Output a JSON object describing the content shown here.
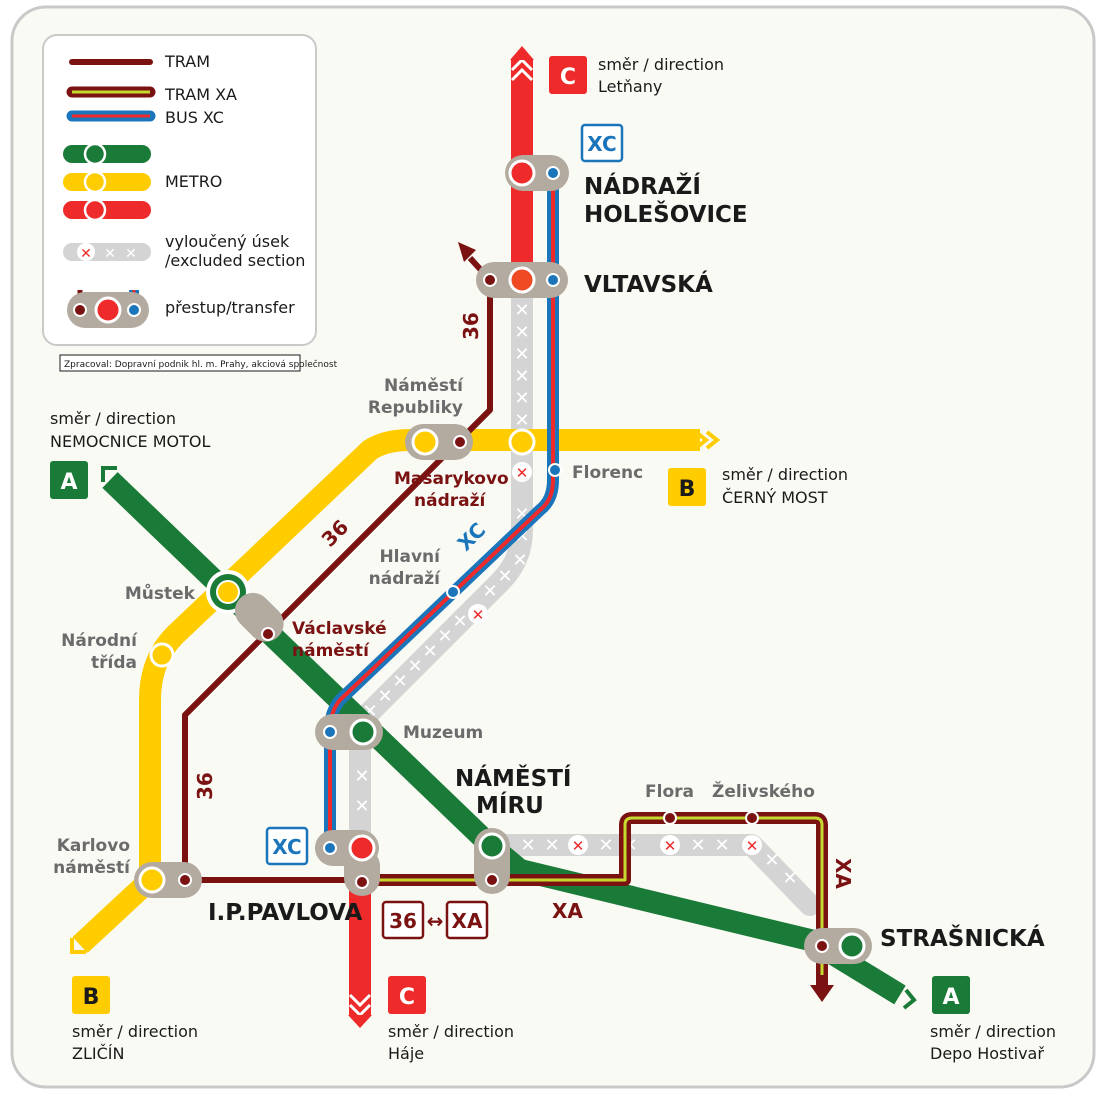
{
  "colors": {
    "tram": "#7a1212",
    "green": "#1a7a37",
    "yellow": "#ffcc00",
    "red": "#ee2a2a",
    "blue": "#1b75bb",
    "excluded": "#d4d4d4",
    "node": "#b3aaa0",
    "frame": "#fafaf5"
  },
  "legend": {
    "tram": "TRAM",
    "tram_xa": "TRAM XA",
    "bus_xc": "BUS XC",
    "metro": "METRO",
    "excluded_1": "vyloučený úsek",
    "excluded_2": "/excluded section",
    "transfer_1": "přestup",
    "transfer_2": "/transfer",
    "credit": "Zpracoval: Dopravní podnik hl. m. Prahy, akciová společnost"
  },
  "directions": {
    "c_north": {
      "badge": "C",
      "line1": "směr / direction",
      "line2": "Letňany"
    },
    "a_west": {
      "badge": "A",
      "line1": "směr / direction",
      "line2": "NEMOCNICE MOTOL"
    },
    "b_east": {
      "badge": "B",
      "line1": "směr / direction",
      "line2": "ČERNÝ MOST"
    },
    "b_west": {
      "badge": "B",
      "line1": "směr / direction",
      "line2": "ZLIČÍN"
    },
    "c_south": {
      "badge": "C",
      "line1": "směr / direction",
      "line2": "Háje"
    },
    "a_east": {
      "badge": "A",
      "line1": "směr / direction",
      "line2": "Depo Hostivař"
    }
  },
  "stations": {
    "nadrazi_holesovice_1": "NÁDRAŽÍ",
    "nadrazi_holesovice_2": "HOLEŠOVICE",
    "vltavska": "VLTAVSKÁ",
    "namesti_republiky_1": "Náměstí",
    "namesti_republiky_2": "Republiky",
    "masarykovo_1": "Masarykovo",
    "masarykovo_2": "nádraží",
    "florenc": "Florenc",
    "hlavni_1": "Hlavní",
    "hlavni_2": "nádraží",
    "mustek": "Můstek",
    "vaclavske_1": "Václavské",
    "vaclavske_2": "náměstí",
    "narodni_1": "Národní",
    "narodni_2": "třída",
    "muzeum": "Muzeum",
    "namesti_miru_1": "NÁMĚSTÍ",
    "namesti_miru_2": "MÍRU",
    "flora": "Flora",
    "zelivskeho": "Želivského",
    "karlovo_1": "Karlovo",
    "karlovo_2": "náměstí",
    "ip_pavlova": "I.P.PAVLOVA",
    "strasnicka": "STRAŠNICKÁ"
  },
  "route_labels": {
    "tram36": "36",
    "xa": "XA",
    "xc": "XC",
    "swap_from": "36",
    "swap_to": "XA",
    "swap_arrow": "↔"
  }
}
